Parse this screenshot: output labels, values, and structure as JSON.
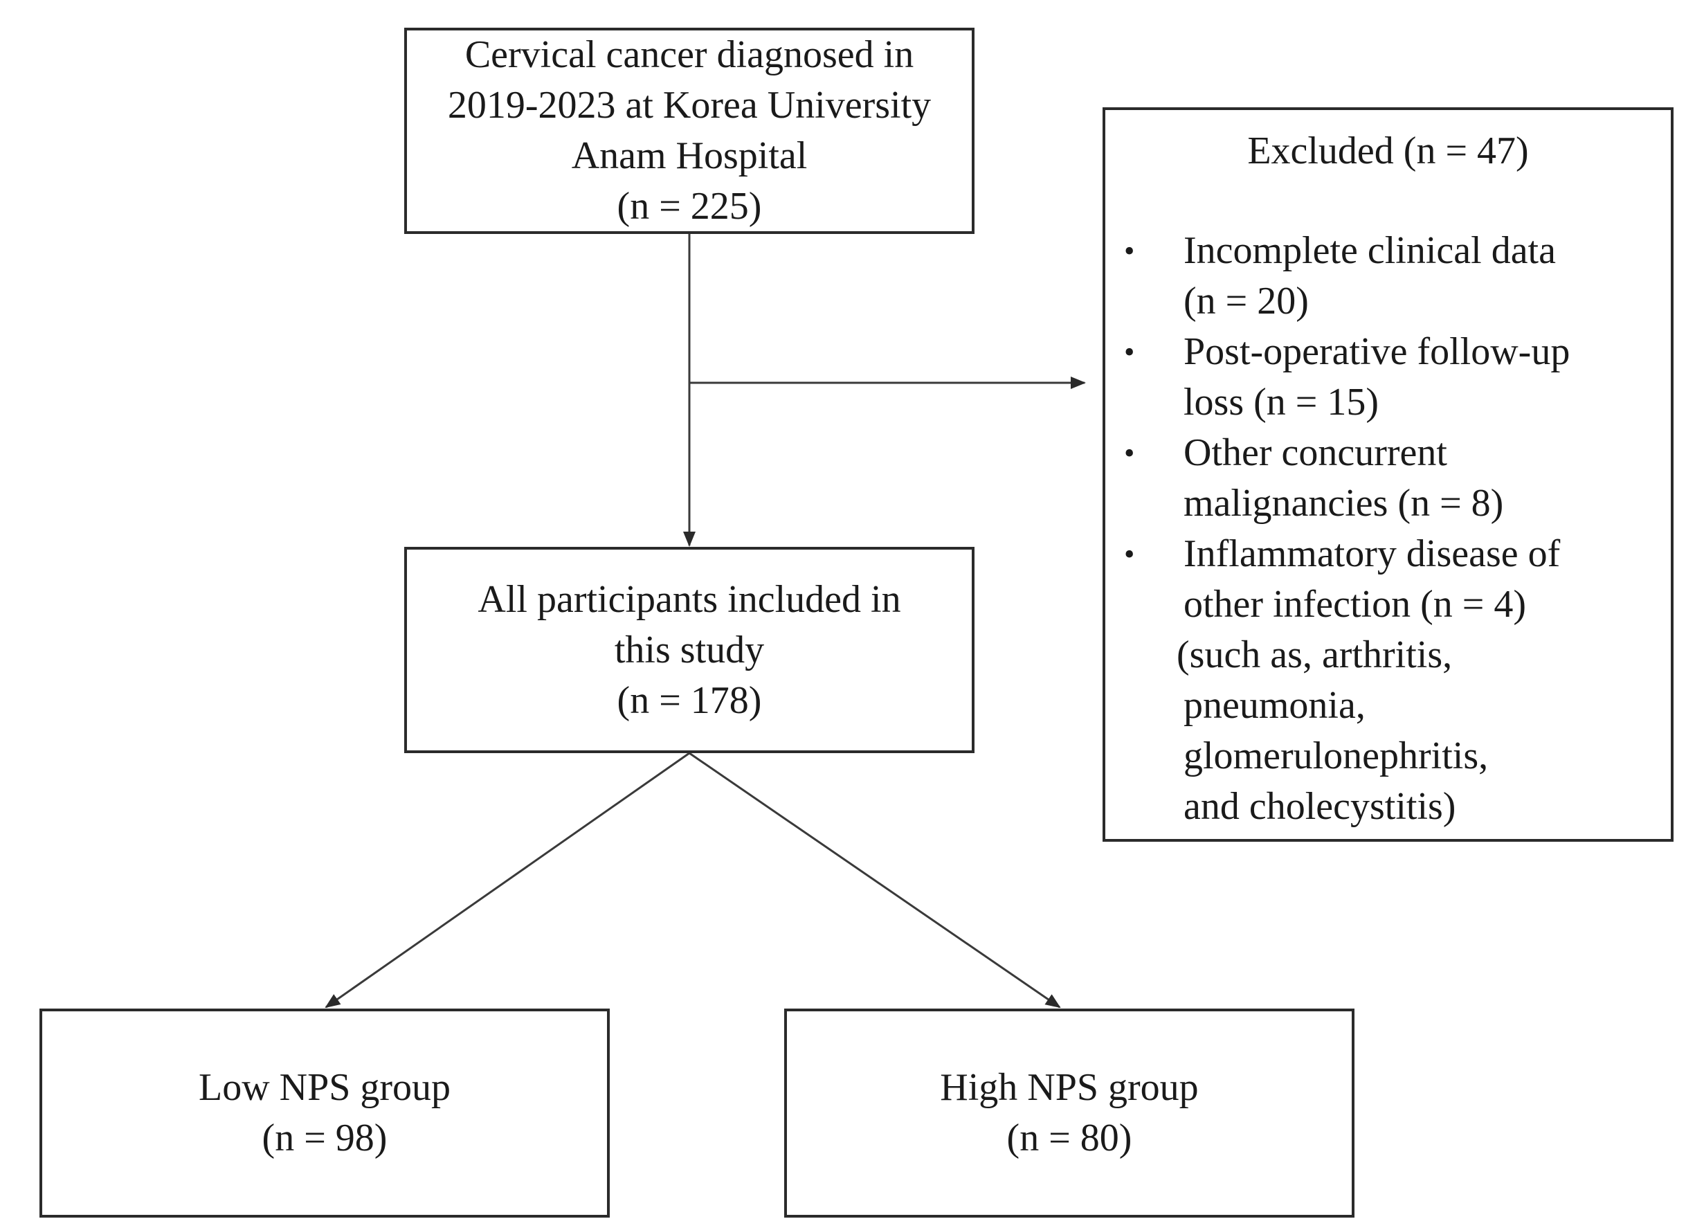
{
  "start_box": {
    "lines": [
      "Cervical cancer diagnosed in",
      "2019-2023 at Korea University",
      "Anam Hospital",
      "(n = 225)"
    ]
  },
  "excluded_box": {
    "title": "Excluded (n = 47)",
    "reasons": [
      {
        "bullet": "•",
        "lines": [
          "Incomplete clinical data",
          "(n = 20)"
        ]
      },
      {
        "bullet": "•",
        "lines": [
          "Post-operative follow-up",
          "loss (n = 15)"
        ]
      },
      {
        "bullet": "•",
        "lines": [
          "Other concurrent",
          "malignancies (n = 8)"
        ]
      },
      {
        "bullet": "•",
        "lines": [
          "Inflammatory disease of",
          "other infection (n = 4)"
        ]
      }
    ],
    "note_lines": [
      "(such as, arthritis,",
      "pneumonia,",
      "glomerulonephritis,",
      "and cholecystitis)"
    ]
  },
  "included_box": {
    "lines": [
      "All participants included in",
      "this study",
      "(n = 178)"
    ]
  },
  "low_group_box": {
    "lines": [
      "Low NPS group",
      "(n = 98)"
    ]
  },
  "high_group_box": {
    "lines": [
      "High NPS group",
      "(n = 80)"
    ]
  },
  "colors": {
    "line": "#3a3a3a",
    "border": "#2b2b2b",
    "text": "#1a1a1a"
  }
}
